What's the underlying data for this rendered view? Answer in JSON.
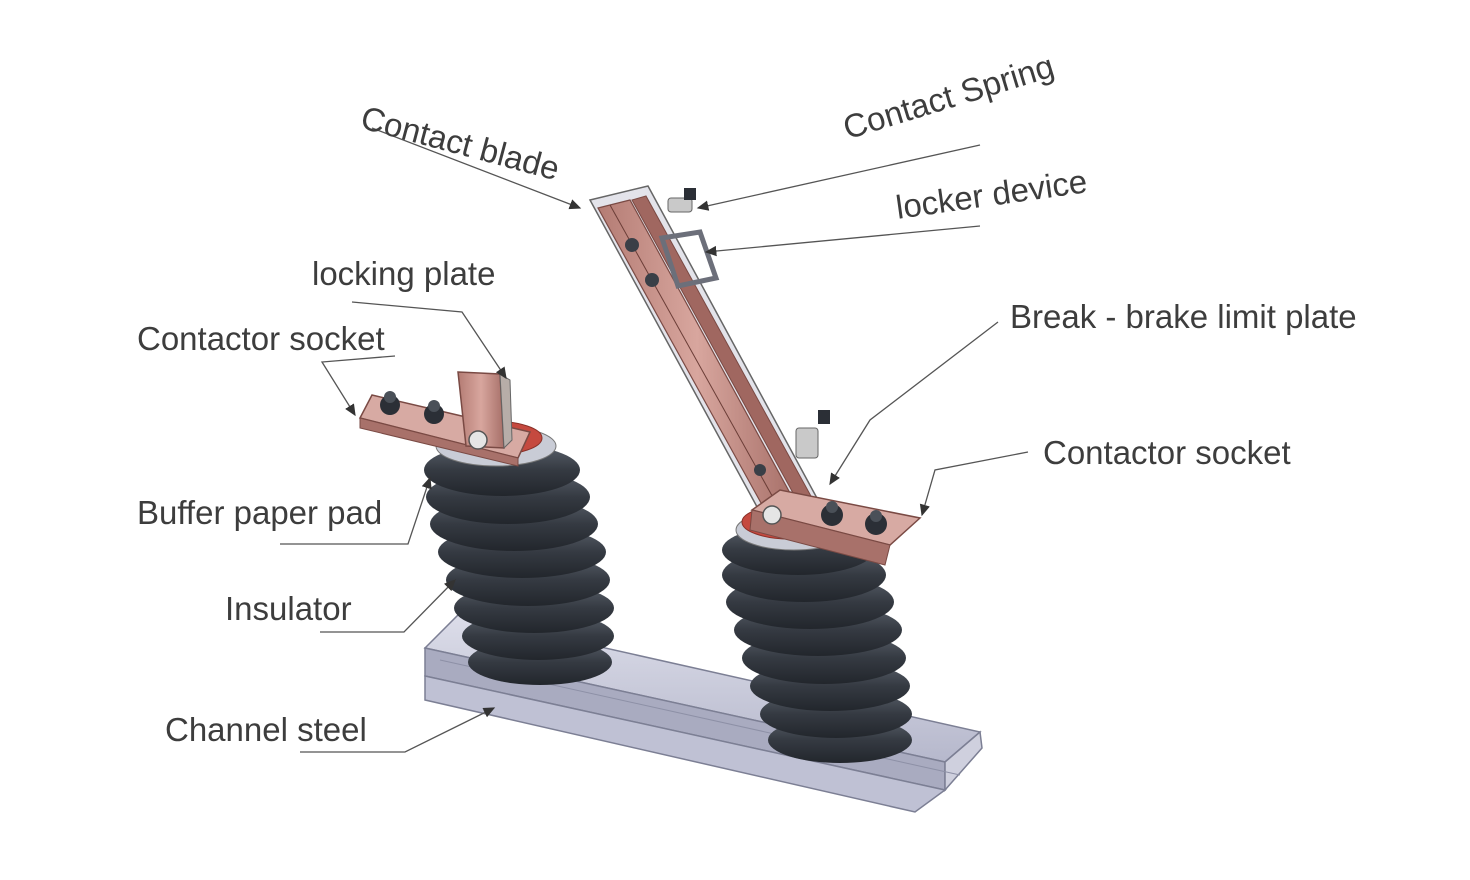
{
  "labels": {
    "contact_blade": "Contact blade",
    "contact_spring": "Contact Spring",
    "locker_device": "locker device",
    "locking_plate": "locking plate",
    "contactor_socket_left": "Contactor socket",
    "break_brake_limit_plate": "Break - brake limit plate",
    "contactor_socket_right": "Contactor socket",
    "buffer_paper_pad": "Buffer paper pad",
    "insulator": "Insulator",
    "channel_steel": "Channel steel"
  },
  "colors": {
    "label_text": "#3d3d3d",
    "leader_line": "#555555",
    "copper": "#c9918a",
    "copper_dark": "#9e6a63",
    "insulator": "#3a3f47",
    "steel": "#c3c5d8"
  }
}
